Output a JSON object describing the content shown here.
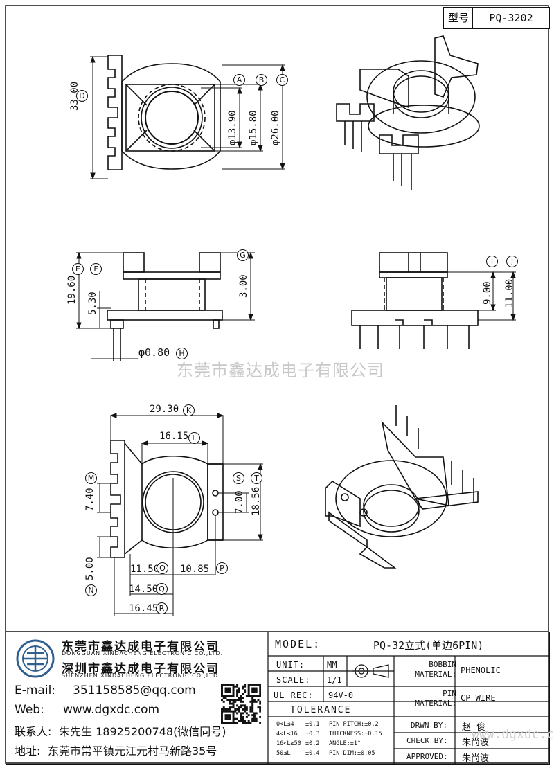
{
  "header": {
    "type_label": "型号",
    "part_no": "PQ-3202"
  },
  "watermark": "东莞市鑫达成电子有限公司",
  "drawing": {
    "top_view": {
      "dim_33": "33.00",
      "dim_139": "φ13.90",
      "dim_158": "φ15.80",
      "dim_260": "φ26.00",
      "markers": [
        "D",
        "A",
        "B",
        "C"
      ]
    },
    "side_view": {
      "dim_1960": "19.60",
      "dim_530": "5.30",
      "dim_300": "3.00",
      "dim_080": "φ0.80",
      "markers": [
        "E",
        "F",
        "G",
        "H"
      ]
    },
    "front_view": {
      "dim_900": "9.00",
      "dim_1100": "11.00",
      "markers": [
        "I",
        "J"
      ]
    },
    "bottom_view": {
      "dim_2930": "29.30",
      "dim_1615": "16.15",
      "dim_740": "7.40",
      "dim_700": "7.00",
      "dim_1856": "18.56",
      "dim_500": "5.00",
      "dim_1150": "11.50",
      "dim_1085": "10.85",
      "dim_1450": "14.50",
      "dim_1645": "16.45",
      "markers": [
        "K",
        "L",
        "M",
        "S",
        "T",
        "N",
        "O",
        "P",
        "Q",
        "R"
      ]
    }
  },
  "company": {
    "name_cn": "东莞市鑫达成电子有限公司",
    "name_en": "DONGGUAN XINDACHENG ELECTRONIC CO.,LTD.",
    "name2_cn": "深圳市鑫达成电子有限公司",
    "name2_en": "SHENZHEN XINDACHENG ELECTRONIC CO.,LTD.",
    "email_label": "E-mail:",
    "email": "351158585@qq.com",
    "web_label": "Web:",
    "web": "www.dgxdc.com",
    "contact_label": "联系人:",
    "contact": "朱先生 18925200748(微信同号)",
    "address_label": "地址:",
    "address": "东莞市常平镇元江元村马新路35号"
  },
  "spec": {
    "model_label": "MODEL:",
    "model": "PQ-32立式(单边6PIN)",
    "unit_label": "UNIT:",
    "unit": "MM",
    "scale_label": "SCALE:",
    "scale": "1/1",
    "ul_label": "UL REC:",
    "ul": "94V-0",
    "tolerance_label": "TOLERANCE",
    "tol_rows": [
      [
        "0<L≤4",
        "±0.1",
        "PIN PITCH:±0.2"
      ],
      [
        "4<L≤16",
        "±0.3",
        "THICKNESS:±0.15"
      ],
      [
        "16<L≤50",
        "±0.2",
        "ANGLE:±1°"
      ],
      [
        "50≤L",
        "±0.4",
        "PIN DIM:±0.05"
      ]
    ],
    "bobbin_label": "BOBBIN MATERIAL:",
    "bobbin": "PHENOLIC",
    "pin_label": "PIN MATERIAL:",
    "pin": "CP WIRE",
    "drawn_label": "DRWN BY:",
    "drawn": "赵 俊",
    "check_label": "CHECK BY:",
    "check": "朱尚波",
    "approved_label": "APPROVED:",
    "approved": "朱尚波",
    "site_mark": "www.dgxdc.com"
  }
}
